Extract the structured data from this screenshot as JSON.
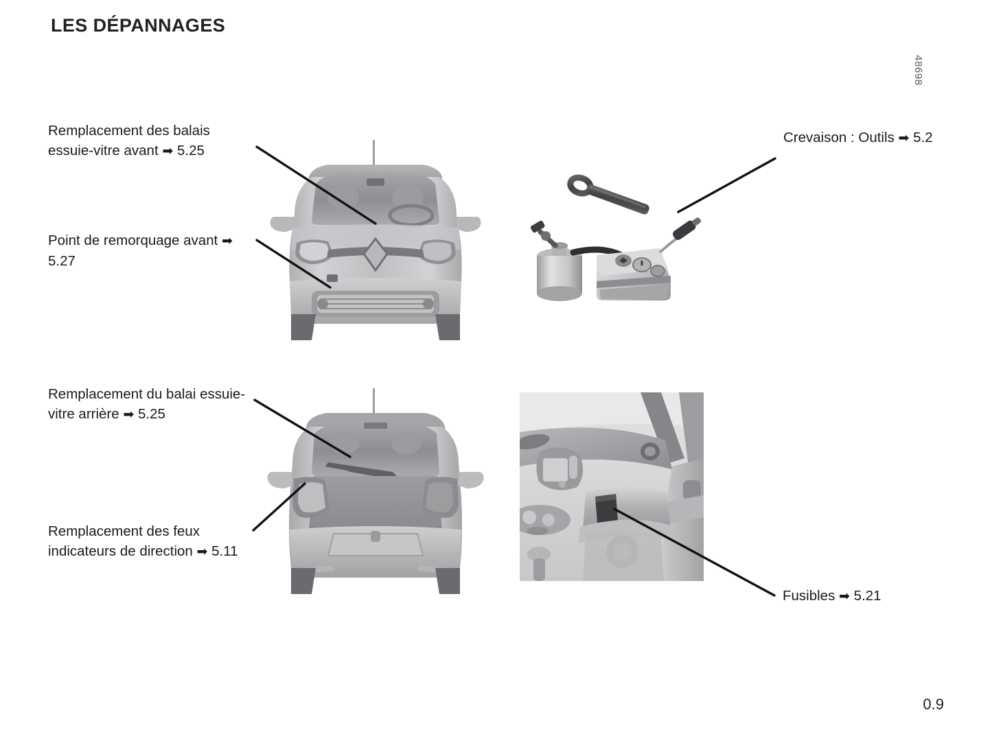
{
  "document": {
    "title": "LES DÉPANNAGES",
    "figure_code": "48698",
    "page_number": "0.9"
  },
  "callouts": {
    "wiper_front": {
      "line1": "Remplacement  des  balais",
      "line2": "essuie-vitre avant",
      "arrow": "➡",
      "ref": "5.25"
    },
    "towing_front": {
      "line1": "Point de remorquage avant",
      "arrow": "➡",
      "ref": "5.27"
    },
    "puncture": {
      "line1": "Crevaison :",
      "line2": "Outils",
      "arrow": "➡",
      "ref": "5.2"
    },
    "wiper_rear": {
      "line1": "Remplacement   du   balai",
      "line2": "essuie-vitre arrière",
      "arrow": "➡",
      "ref": "5.25"
    },
    "indicator_lights": {
      "line1": "Remplacement  des  feux",
      "line2": "indicateurs  de  direction",
      "arrow": "➡",
      "ref": "5.11"
    },
    "fuses": {
      "line1": "Fusibles",
      "arrow": "➡",
      "ref": "5.21"
    }
  },
  "illustrations": {
    "car_front": "renault-twingo-front-view",
    "car_rear": "renault-twingo-rear-view",
    "tools": "towing-eye-and-tyre-inflation-kit",
    "fusebox_photo": "dashboard-fuse-box-location"
  },
  "colors": {
    "text": "#1a1a1a",
    "leader_line": "#111111",
    "figure_code": "#58585a",
    "body_light": "#c9c9cb",
    "body_mid": "#a9a9ac",
    "body_dark": "#7c7c80",
    "glass": "#8e9093",
    "photo_bg": "#d6d6d6"
  }
}
